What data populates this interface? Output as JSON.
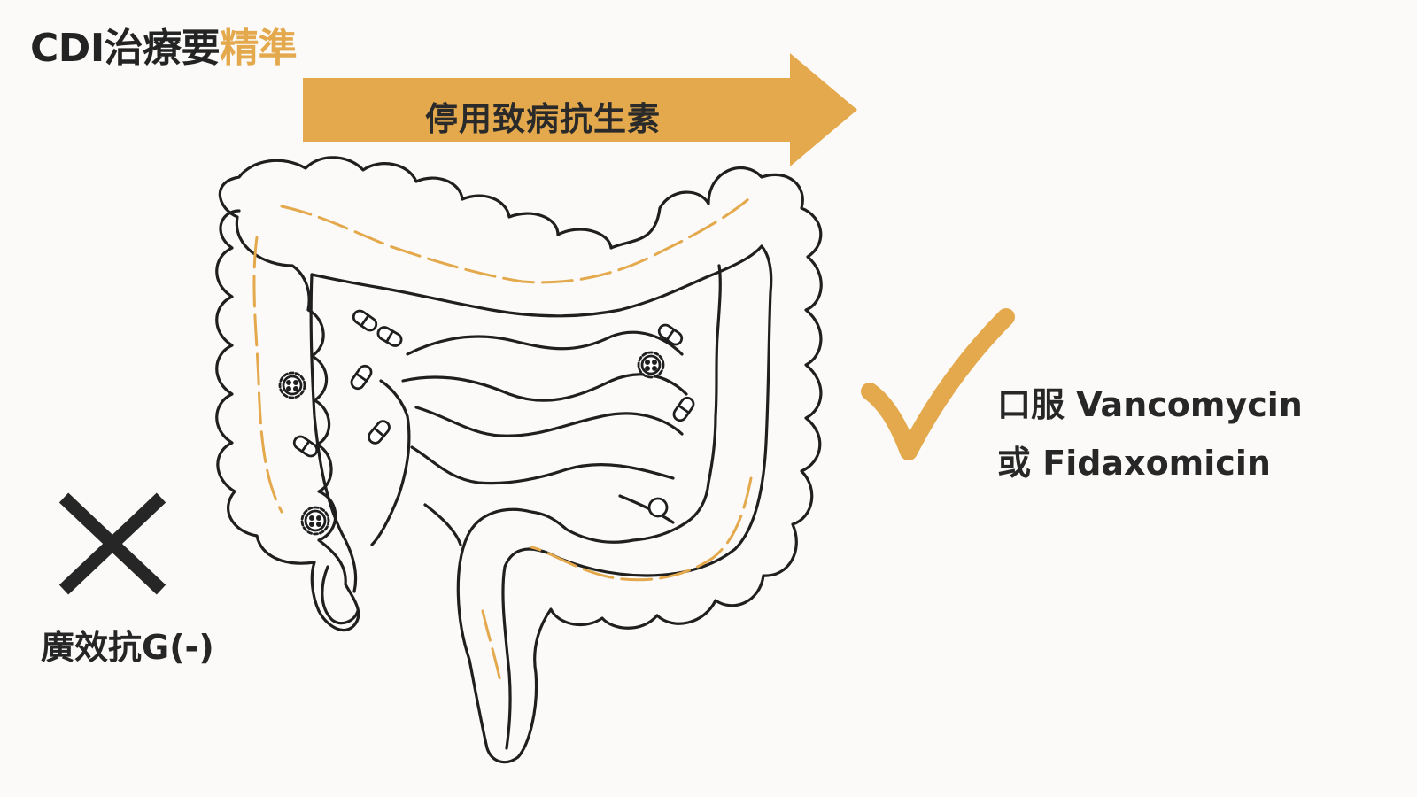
{
  "title": {
    "prefix": "CDI治療要",
    "accent": "精準"
  },
  "arrow": {
    "label": "停用致病抗生素"
  },
  "avoid": {
    "label": "廣效抗G(-)"
  },
  "recommend": {
    "line1": "口服 Vancomycin",
    "line2": "或 Fidaxomicin"
  },
  "colors": {
    "accent": "#e3a94c",
    "text": "#262626",
    "outline": "#1f1f1f",
    "background": "#fbfaf8"
  },
  "icons": {
    "avoid": "cross-icon",
    "recommend": "checkmark-icon",
    "illustration": "large-intestine-illustration"
  }
}
